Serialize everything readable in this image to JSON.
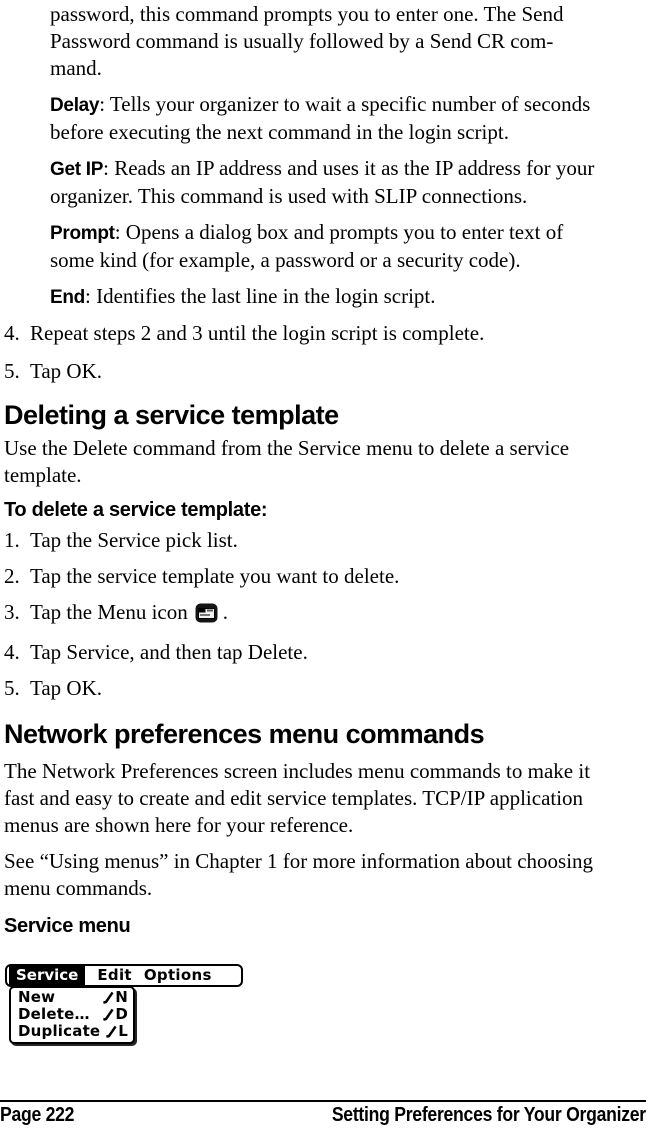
{
  "document": {
    "top_paragraph": "password, this command prompts you to enter one. The Send\nPassword command is usually followed by a Send CR com-\nmand.",
    "definitions": [
      {
        "term": "Delay",
        "text": ": Tells your organizer to wait a specific number of seconds\nbefore executing the next command in the login script."
      },
      {
        "term": "Get IP",
        "text": ": Reads an IP address and uses it as the IP address for your\norganizer. This command is used with SLIP connections."
      },
      {
        "term": "Prompt",
        "text": ": Opens a dialog box and prompts you to enter text of\nsome kind (for example, a password or a security code)."
      },
      {
        "term": "End",
        "text": ": Identifies the last line in the login script."
      }
    ],
    "steps_login": [
      {
        "num": "4.",
        "text": "Repeat steps 2 and 3 until the login script is complete."
      },
      {
        "num": "5.",
        "text": "Tap OK."
      }
    ],
    "section_deleting": {
      "heading": "Deleting a service template",
      "body": "Use the Delete command from the Service menu to delete a service\ntemplate.",
      "subheading": "To delete a service template:",
      "steps": [
        {
          "num": "1.",
          "text": "Tap the Service pick list."
        },
        {
          "num": "2.",
          "text": "Tap the service template you want to delete."
        },
        {
          "num": "3.",
          "pre": "Tap the Menu icon",
          "post": "."
        },
        {
          "num": "4.",
          "text": "Tap Service, and then tap Delete."
        },
        {
          "num": "5.",
          "text": "Tap OK."
        }
      ]
    },
    "section_network": {
      "heading": "Network preferences menu commands",
      "body1": "The Network Preferences screen includes menu commands to make it\nfast and easy to create and edit service templates. TCP/IP application\nmenus are shown here for your reference.",
      "body2": "See “Using menus” in Chapter 1 for more information about choosing\nmenu commands.",
      "subheading": "Service menu"
    },
    "screenshot": {
      "menubar": [
        "Service",
        "Edit",
        "Options"
      ],
      "selected_menu": "Service",
      "menu_items": [
        {
          "label": "New",
          "shortcut": "N"
        },
        {
          "label": "Delete…",
          "shortcut": "D"
        },
        {
          "label": "Duplicate",
          "shortcut": "L"
        }
      ]
    },
    "footer": {
      "page": "Page 222",
      "section": "Setting Preferences for Your Organizer"
    },
    "colors": {
      "text": "#000000",
      "background": "#ffffff",
      "menu_highlight": "#000000"
    }
  }
}
